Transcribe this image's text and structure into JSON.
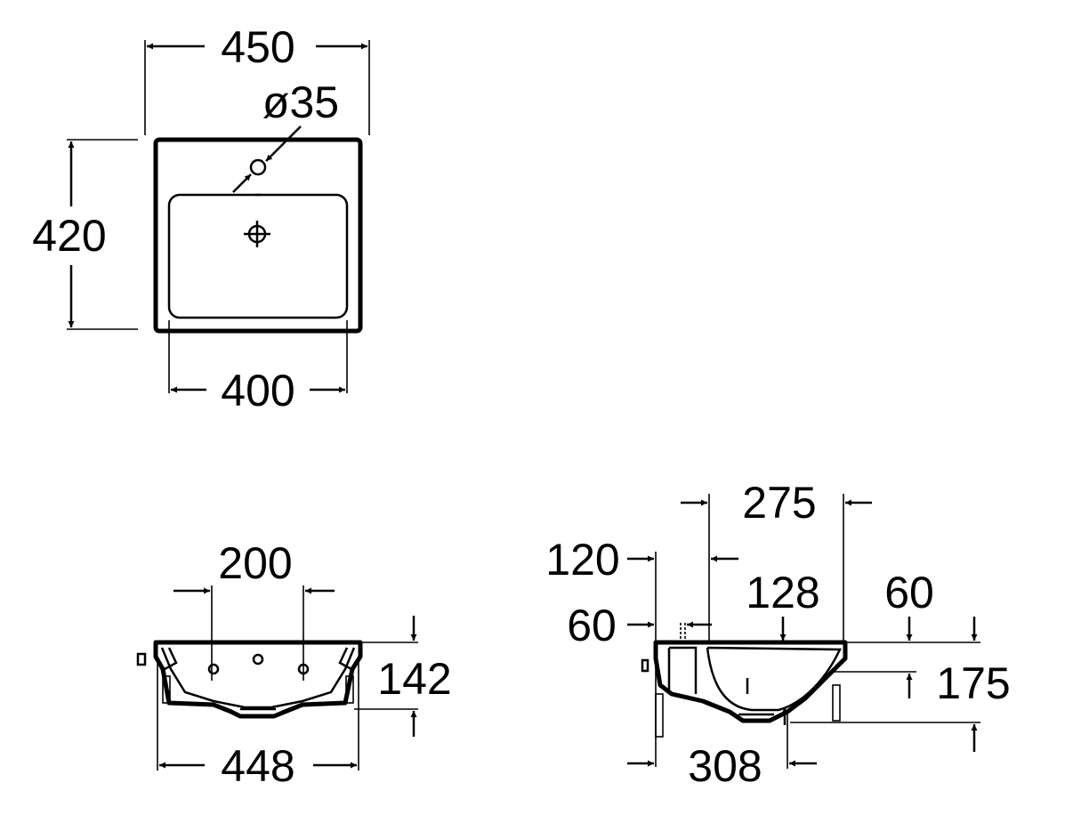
{
  "top_view": {
    "width_outer": "450",
    "hole_diameter": "ø35",
    "depth": "420",
    "width_basin": "400"
  },
  "front_view": {
    "tap_spacing": "200",
    "height": "142",
    "width": "448"
  },
  "side_view": {
    "span": "275",
    "offset_120": "120",
    "offset_60_left": "60",
    "dim_128": "128",
    "dim_60_right": "60",
    "height": "175",
    "depth": "308"
  }
}
